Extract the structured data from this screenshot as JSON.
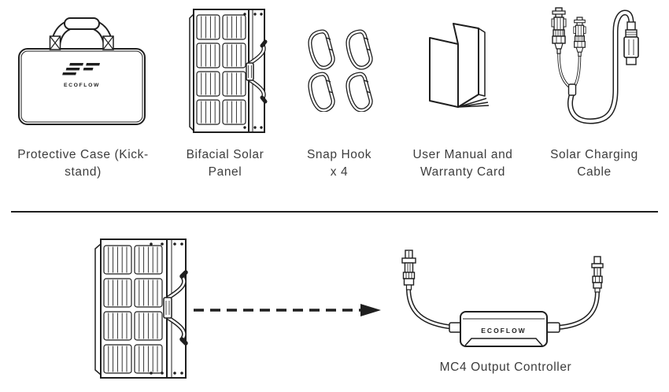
{
  "page": {
    "background": "#ffffff",
    "line_color": "#1f1f1f",
    "text_color": "#3d3d3d"
  },
  "packing_list": {
    "items": [
      {
        "icon": "protective-case-illustration",
        "label": "Protective Case (Kick-\nstand)"
      },
      {
        "icon": "bifacial-solar-panel-illustration",
        "label": "Bifacial Solar\nPanel"
      },
      {
        "icon": "snap-hooks-illustration",
        "label": "Snap Hook\nx 4"
      },
      {
        "icon": "user-manual-illustration",
        "label": "User Manual and\nWarranty Card"
      },
      {
        "icon": "solar-charging-cable-illustration",
        "label": "Solar Charging\nCable"
      }
    ],
    "case_brand_text": "ECOFLOW"
  },
  "connection_diagram": {
    "controller_brand_text": "ECOFLOW",
    "controller_label": "MC4 Output Controller"
  }
}
